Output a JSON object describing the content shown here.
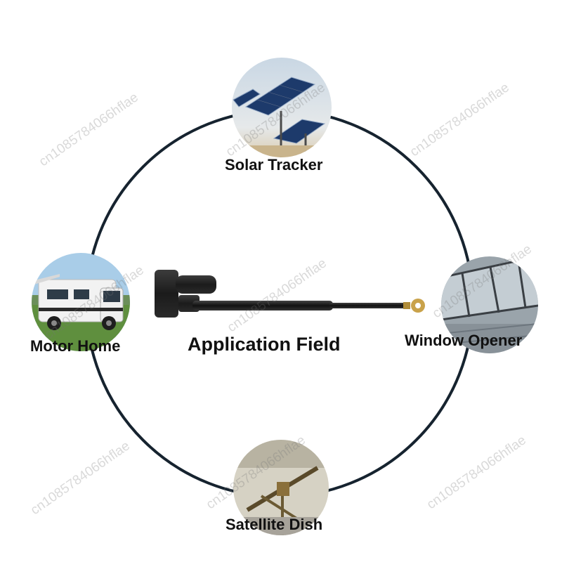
{
  "diagram": {
    "center_label": "Application Field",
    "nodes": {
      "top": {
        "label": "Solar Tracker",
        "icon": "solar-panel-photo"
      },
      "left": {
        "label": "Motor Home",
        "icon": "motorhome-photo"
      },
      "right": {
        "label": "Window Opener",
        "icon": "window-frame-photo"
      },
      "bottom": {
        "label": "Satellite Dish",
        "icon": "satellite-mount-photo"
      }
    },
    "center_image": {
      "icon": "linear-actuator-photo"
    },
    "watermark_text": "cn1085784066hflae"
  },
  "colors": {
    "ring": "#16232f",
    "text": "#111111"
  }
}
